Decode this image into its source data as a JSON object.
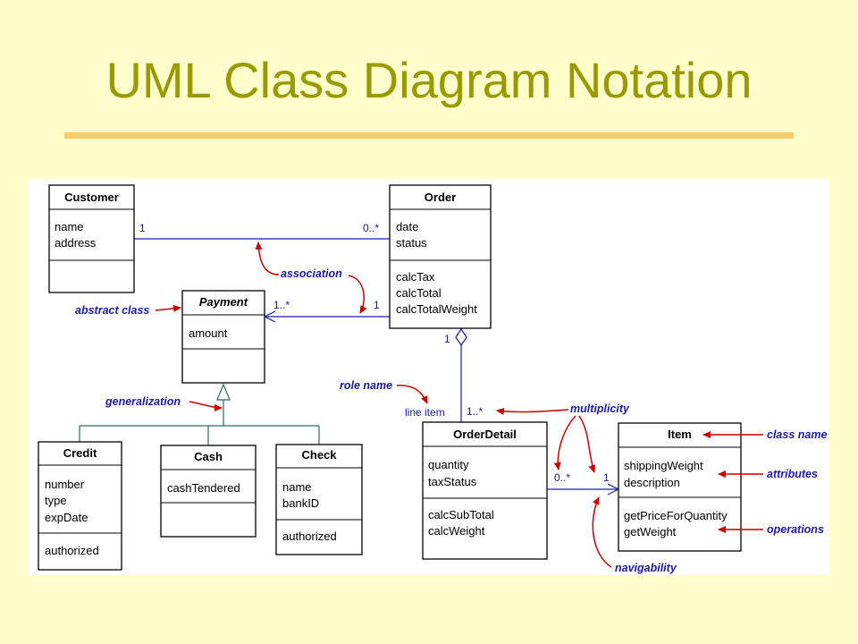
{
  "title": "UML Class Diagram Notation",
  "diagram": {
    "classes": {
      "customer": {
        "name": "Customer",
        "attributes": [
          "name",
          "address"
        ],
        "operations": []
      },
      "order": {
        "name": "Order",
        "attributes": [
          "date",
          "status"
        ],
        "operations": [
          "calcTax",
          "calcTotal",
          "calcTotalWeight"
        ]
      },
      "payment": {
        "name": "Payment",
        "attributes": [
          "amount"
        ],
        "operations": []
      },
      "credit": {
        "name": "Credit",
        "attributes": [
          "number",
          "type",
          "expDate"
        ],
        "operations": [
          "authorized"
        ]
      },
      "cash": {
        "name": "Cash",
        "attributes": [
          "cashTendered"
        ],
        "operations": []
      },
      "check": {
        "name": "Check",
        "attributes": [
          "name",
          "bankID"
        ],
        "operations": [
          "authorized"
        ]
      },
      "orderdetail": {
        "name": "OrderDetail",
        "attributes": [
          "quantity",
          "taxStatus"
        ],
        "operations": [
          "calcSubTotal",
          "calcWeight"
        ]
      },
      "item": {
        "name": "Item",
        "attributes": [
          "shippingWeight",
          "description"
        ],
        "operations": [
          "getPriceForQuantity",
          "getWeight"
        ]
      }
    },
    "multiplicities": {
      "customer_end": "1",
      "order_customer_end": "0..*",
      "payment_end": "1..*",
      "order_payment_end": "1",
      "order_detail_end": "1",
      "detail_order_end": "1..*",
      "detail_item_end": "0..*",
      "item_end": "1"
    },
    "role_name": "line item",
    "annotations": {
      "association": "association",
      "abstract_class": "abstract class",
      "generalization": "generalization",
      "role_name": "role name",
      "multiplicity": "multiplicity",
      "class_name": "class name",
      "attributes": "attributes",
      "operations": "operations",
      "navigability": "navigability"
    }
  }
}
